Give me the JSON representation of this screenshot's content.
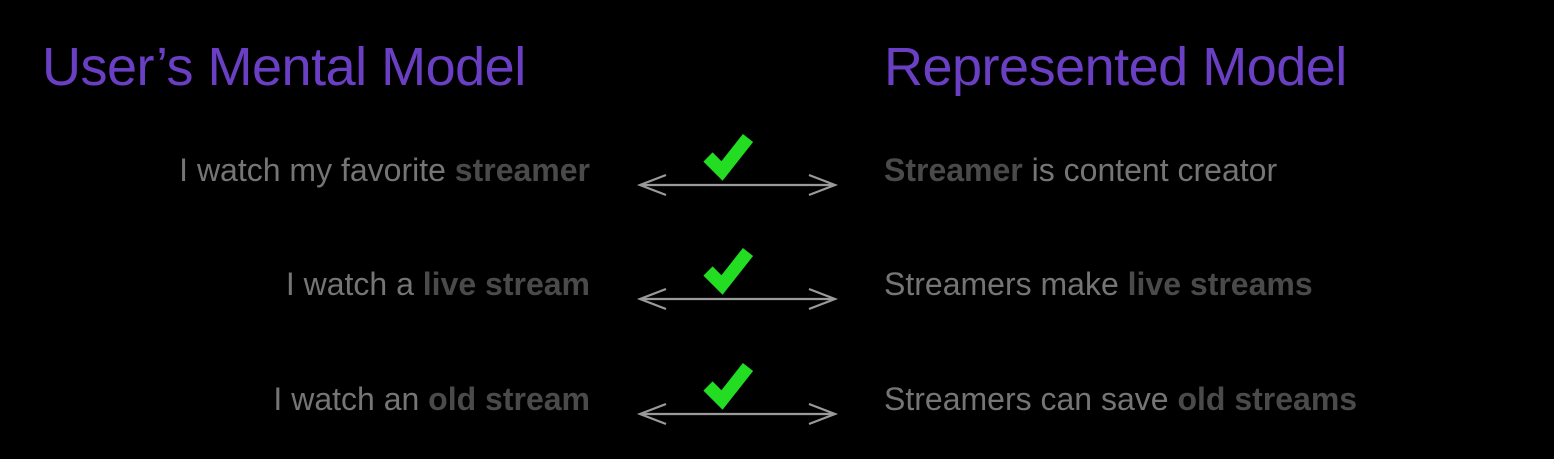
{
  "background_color": "#000000",
  "colors": {
    "heading_purple": "#6B3FC4",
    "text_gray": "#757575",
    "text_bold_gray": "#4A4A4A",
    "arrow_gray": "#9A9A9A",
    "check_green": "#22DD22"
  },
  "headings": {
    "left": "User’s Mental Model",
    "right": "Represented Model"
  },
  "rows": [
    {
      "left_prefix": "I watch my favorite ",
      "left_bold": "streamer",
      "left_suffix": "",
      "connector_icon": "check-icon",
      "connector_arrow": "double-headed-arrow-icon",
      "right_prefix": "",
      "right_bold": "Streamer",
      "right_suffix": " is content creator"
    },
    {
      "left_prefix": "I watch a ",
      "left_bold": "live stream",
      "left_suffix": "",
      "connector_icon": "check-icon",
      "connector_arrow": "double-headed-arrow-icon",
      "right_prefix": "Streamers make ",
      "right_bold": "live streams",
      "right_suffix": ""
    },
    {
      "left_prefix": "I watch an ",
      "left_bold": "old stream",
      "left_suffix": "",
      "connector_icon": "check-icon",
      "connector_arrow": "double-headed-arrow-icon",
      "right_prefix": "Streamers can save ",
      "right_bold": "old streams",
      "right_suffix": ""
    }
  ]
}
